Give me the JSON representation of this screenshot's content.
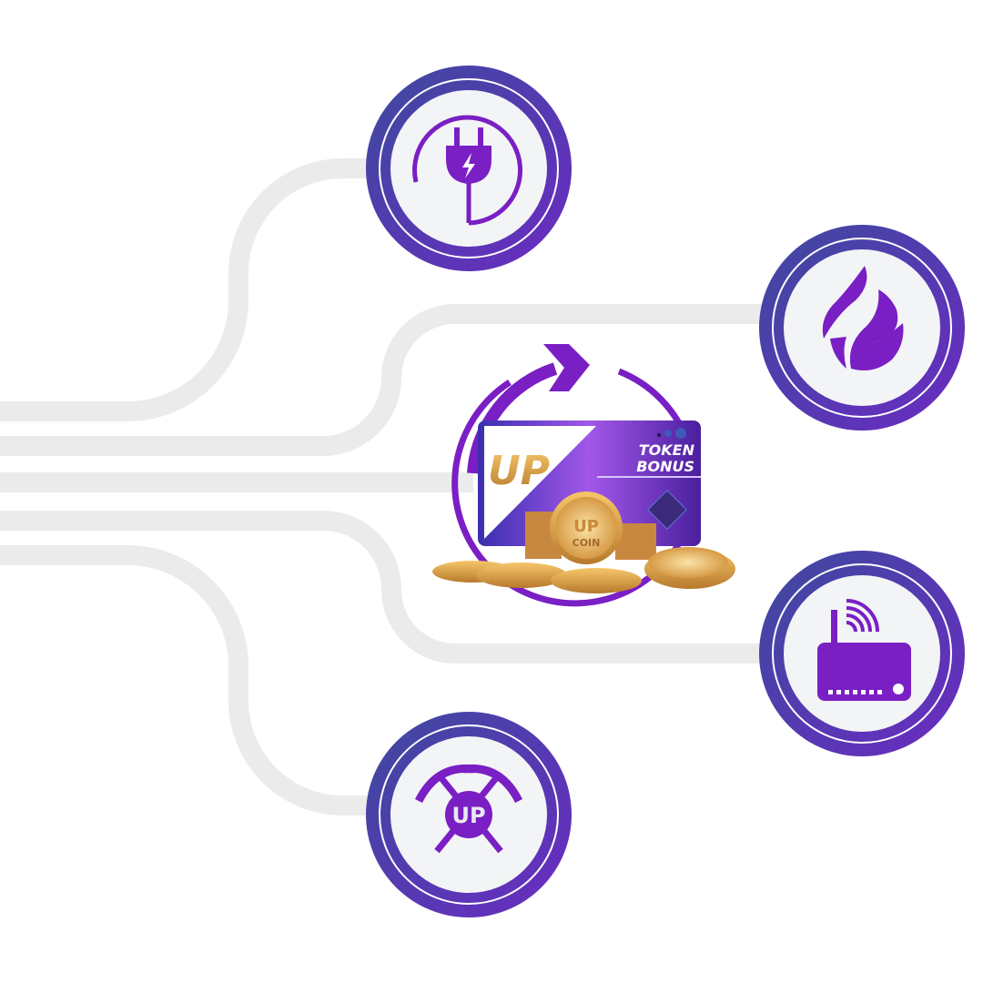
{
  "card": {
    "logo_text": "UP",
    "title_line1": "TOKEN",
    "title_line2": "BONUS",
    "coin_text": "COIN"
  },
  "nodes": [
    {
      "icon": "power-plug-icon"
    },
    {
      "icon": "flame-icon"
    },
    {
      "icon": "wifi-router-icon"
    },
    {
      "icon": "mining-pickaxes-icon"
    }
  ],
  "colors": {
    "ring_start": "#3d4a9e",
    "ring_end": "#6b2bc2",
    "icon": "#7a1fc4",
    "connector": "#ebebeb",
    "node_fill": "#f3f4f6",
    "coin": "#d99a4e"
  }
}
